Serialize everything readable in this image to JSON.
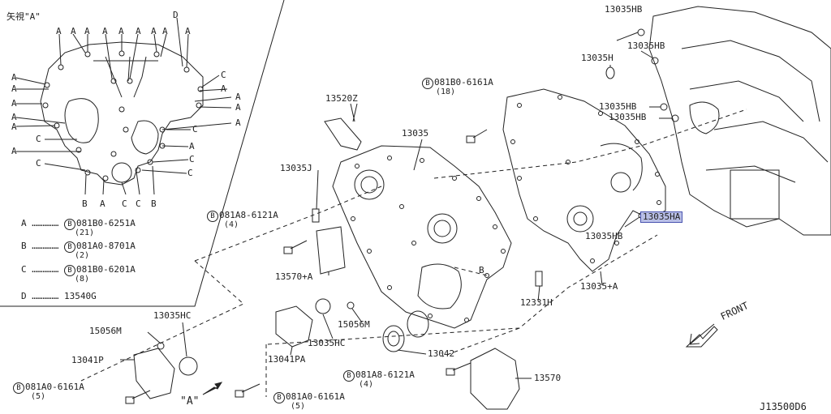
{
  "inset": {
    "title": "矢視\"A\"",
    "edge_letters": {
      "A": "A",
      "B": "B",
      "C": "C",
      "D": "D"
    },
    "legend": [
      {
        "key": "A",
        "dots": "……………",
        "ref": "081B0-6251A",
        "qty": "(21)"
      },
      {
        "key": "B",
        "dots": "……………",
        "ref": "081A0-8701A",
        "qty": "(2)"
      },
      {
        "key": "C",
        "dots": "……………",
        "ref": "081B0-6201A",
        "qty": "(8)"
      },
      {
        "key": "D",
        "dots": "……………",
        "ref": "13540G",
        "qty": ""
      }
    ]
  },
  "bolt_symbol": "B",
  "parts": {
    "p13035HB_1": "13035HB",
    "p13035HB_2": "13035HB",
    "p13035H": "13035H",
    "p13035HB_3": "13035HB",
    "p13035HB_4": "13035HB",
    "p13035HA": "13035HA",
    "p13035HB_5": "13035HB",
    "p13035A": "13035+A",
    "p081B0_6161A": "081B0-6161A",
    "q18": "(18)",
    "p13520Z": "13520Z",
    "p13035": "13035",
    "p13035J": "13035J",
    "p081A8_6121A_1": "081A8-6121A",
    "q4a": "(4)",
    "p13570A": "13570+A",
    "p13035HC_top": "13035HC",
    "p15056M_left": "15056M",
    "p13041P": "13041P",
    "p081A0_6161A_left": "081A0-6161A",
    "q5a": "(5)",
    "p13041PA": "13041PA",
    "p13035HC_mid": "13035HC",
    "p15056M_mid": "15056M",
    "p13042": "13042",
    "p081A8_6121A_2": "081A8-6121A",
    "q4b": "(4)",
    "p13570": "13570",
    "p12331H": "12331H",
    "p081A0_6161A_bot": "081A0-6161A",
    "q5b": "(5)",
    "view_A": "\"A\"",
    "label_B": "B",
    "front": "FRONT",
    "diagram_id": "J13500D6"
  }
}
